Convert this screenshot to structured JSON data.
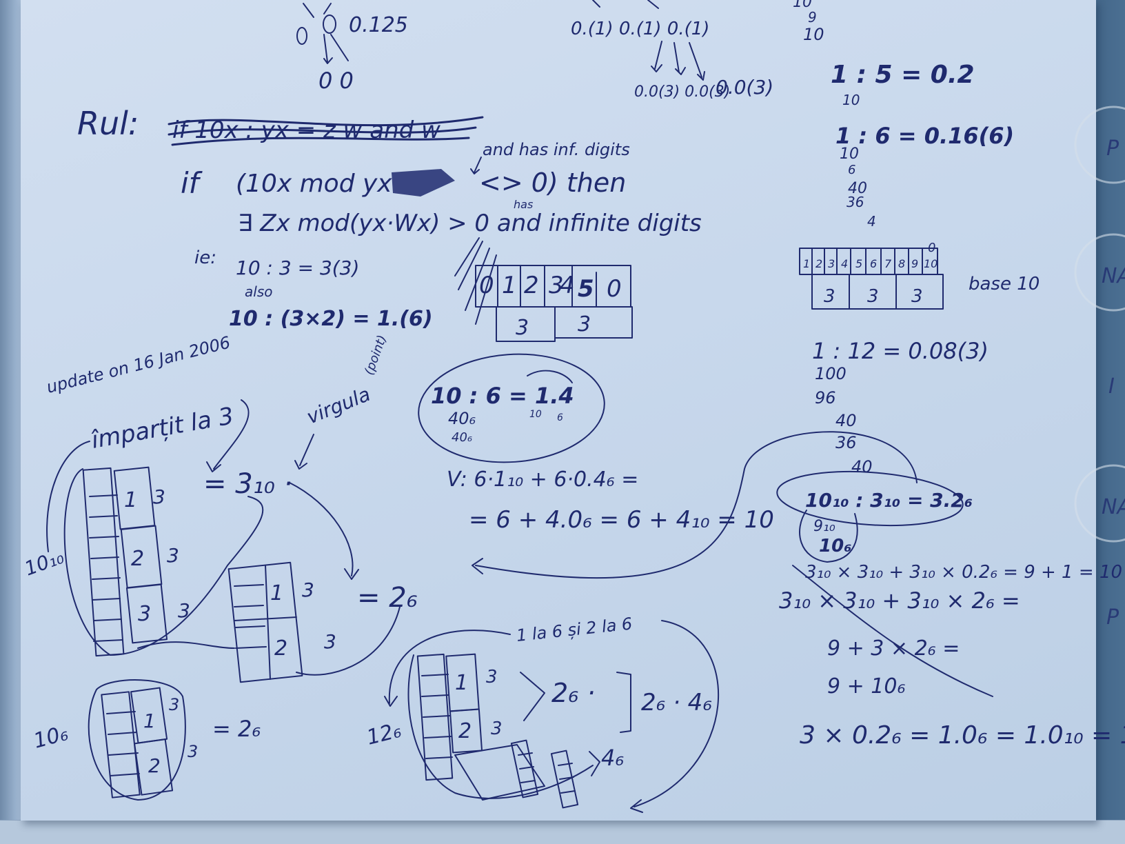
{
  "top": {
    "left_value": "0.125",
    "left_bottom": "0 0",
    "mid_row1": "0.(1) 0.(1) 0.(1)",
    "mid_row2": "0.0(3) 0.0(3)",
    "mid_row2_end": "0.0(3)",
    "right_top": "10",
    "right_mid": "9",
    "right_bottom": "10"
  },
  "rule": {
    "label": "Rul:",
    "crossed": "if 10x : yx = z w and w",
    "line1_if": "if",
    "line1_expr": "(10x mod yx",
    "line1_tail": "<> 0) then",
    "note_inf": "and has inf. digits",
    "note_has": "has",
    "line2": "∃ Zx mod(yx·Wx) > 0 and infinite digits",
    "ie_label": "ie:",
    "ie1": "10 : 3 = 3(3)",
    "also": "also",
    "ie2": "10 : (3×2) = 1.(6)"
  },
  "center_boxes": {
    "cells": [
      "0",
      "1",
      "2",
      "3",
      "4",
      "5",
      "0"
    ],
    "groups": [
      "3",
      "3"
    ]
  },
  "right_col": {
    "eq1": "1 : 5 = 0.2",
    "eq1_sub": "10",
    "eq2": "1 : 6 = 0.16(6)",
    "steps": [
      "10",
      "6",
      "40",
      "36",
      "4"
    ],
    "boxes": [
      "1",
      "2",
      "3",
      "4",
      "5",
      "6",
      "7",
      "8",
      "9",
      "10"
    ],
    "top_small": "0",
    "groups": [
      "3",
      "3",
      "3"
    ],
    "base_label": "base 10",
    "eq3": "1 : 12 = 0.08(3)",
    "eq3_steps": [
      "100",
      "96",
      "40",
      "36",
      "40"
    ]
  },
  "update_note": "update on 16 Jan 2006",
  "impartit": "împarțit la 3",
  "virgula": "virgula",
  "virgula_note": "(point)",
  "left_block": {
    "eq_3": "= 3₁₀ ·",
    "start": "10₁₀",
    "groups": [
      "1",
      "2",
      "3"
    ],
    "labels": [
      "3",
      "3",
      "3"
    ],
    "second_groups": [
      "1",
      "2"
    ],
    "second_labels": [
      "3",
      "3"
    ],
    "eq_2": "= 2₆"
  },
  "oval": {
    "eq": "10 : 6 = 1.4",
    "sub1": "10",
    "sub2": "6",
    "below1": "40₆",
    "below2": "40₆"
  },
  "verify": {
    "line1": "V: 6·1₁₀ + 6·0.4₆ =",
    "line2": "= 6 + 4.0₆ = 6 + 4₁₀ = 10"
  },
  "bottom_left": {
    "start": "10₆",
    "groups": [
      "1",
      "2"
    ],
    "labels": [
      "3",
      "3"
    ],
    "eq": "= 2₆"
  },
  "bottom_mid": {
    "label": "1 la 6 și 2 la 6",
    "start": "12₆",
    "groups": [
      "1",
      "2"
    ],
    "labels": [
      "3",
      "3"
    ],
    "result1": "2₆ ·",
    "result2": "2₆ · 4₆",
    "tail": "4₆"
  },
  "right_calc": {
    "oval_eq": "10₁₀ : 3₁₀ = 3.2₆",
    "sub1": "9₁₀",
    "sub2": "10₆",
    "line1": "3₁₀ × 3₁₀ + 3₁₀ × 0.2₆ = 9 + 1 = 10",
    "line2": "3₁₀ × 3₁₀ + 3₁₀ × 2₆ =",
    "line3": "9 + 3 × 2₆ =",
    "line4": "9 + 10₆",
    "line5": "3 × 0.2₆ = 1.0₆ = 1.0₁₀ = 1"
  },
  "logo": {
    "letters": [
      "P",
      "NA",
      "I",
      "NA",
      "P"
    ]
  }
}
